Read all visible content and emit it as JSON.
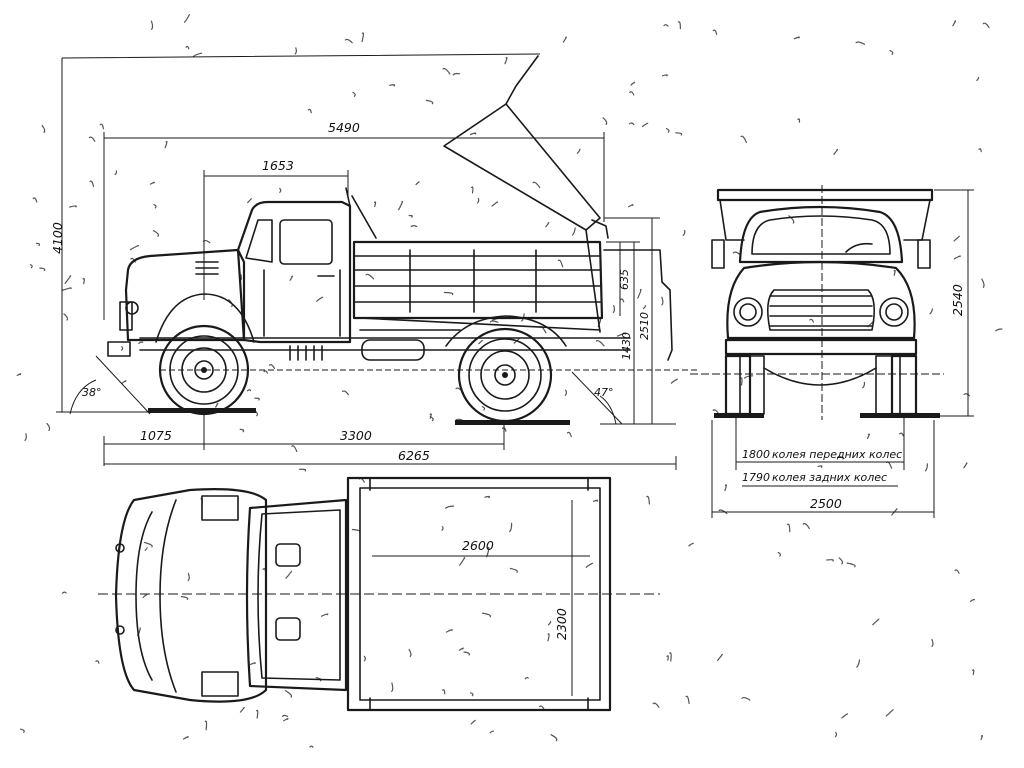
{
  "dimensions": {
    "overall_height_tipped": "4100",
    "body_length": "5490",
    "cab_length": "1653",
    "front_overhang": "1075",
    "wheelbase": "3300",
    "overall_length": "6265",
    "side_height": "635",
    "frame_height": "1430",
    "overall_height": "2510",
    "approach_angle": "38°",
    "departure_angle": "47°",
    "front_view_height": "2540",
    "overall_width": "2500",
    "body_inner_length": "2600",
    "body_inner_width": "2300"
  },
  "track": {
    "front_value": "1800",
    "front_label": "колея передних колес",
    "rear_value": "1790",
    "rear_label": "колея задних колес"
  },
  "colors": {
    "ink": "#1a1a1a",
    "paper": "#ffffff"
  }
}
